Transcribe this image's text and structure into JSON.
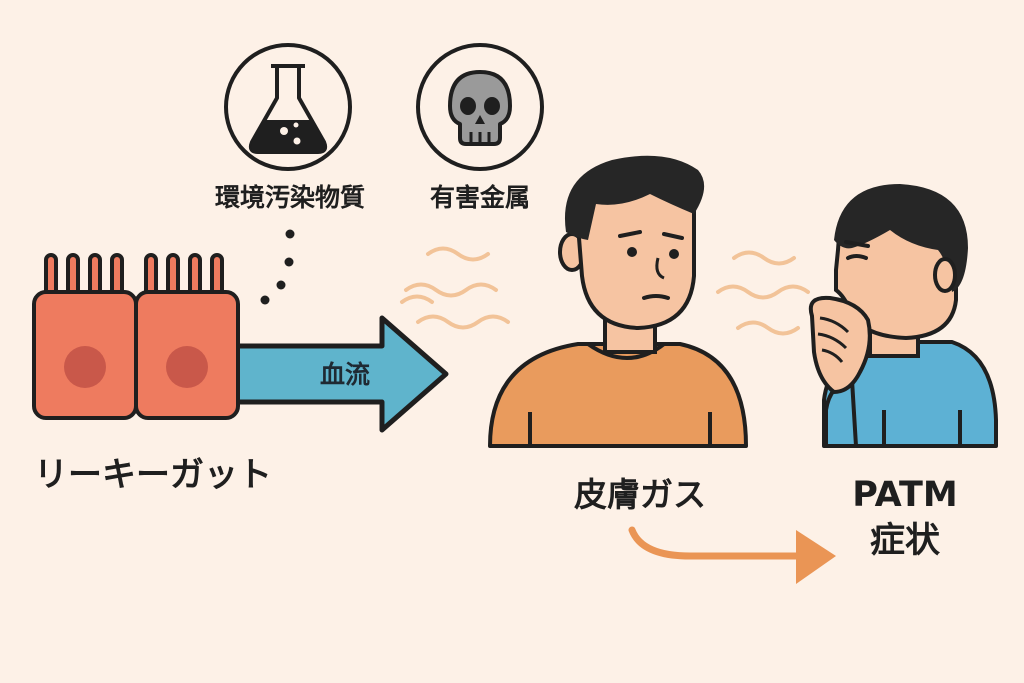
{
  "labels": {
    "environmental_pollutants": "環境汚染物質",
    "toxic_metals": "有害金属",
    "leaky_gut": "リーキーガット",
    "blood_flow": "血流",
    "skin_gas": "皮膚ガス",
    "patm": "PATM",
    "symptoms": "症状"
  },
  "icons": {
    "pollutant_icon": "flask-icon",
    "metal_icon": "skull-icon",
    "gut_icon": "intestinal-cells-icon",
    "flow_icon": "arrow-right-icon",
    "gas_icon": "wavy-lines-icon"
  },
  "colors": {
    "background": "#fdf1e7",
    "outline": "#1f1f1f",
    "cell_fill": "#ee7b5f",
    "cell_nucleus": "#c9584a",
    "blood_arrow": "#5fb4cc",
    "shirt_orange": "#e99b5d",
    "shirt_blue": "#5db1d4",
    "skin": "#f6c4a2",
    "hair": "#262626",
    "gas_wave": "#f2c398",
    "flow_arrow": "#ea9555",
    "skull": "#9a9a9a"
  }
}
